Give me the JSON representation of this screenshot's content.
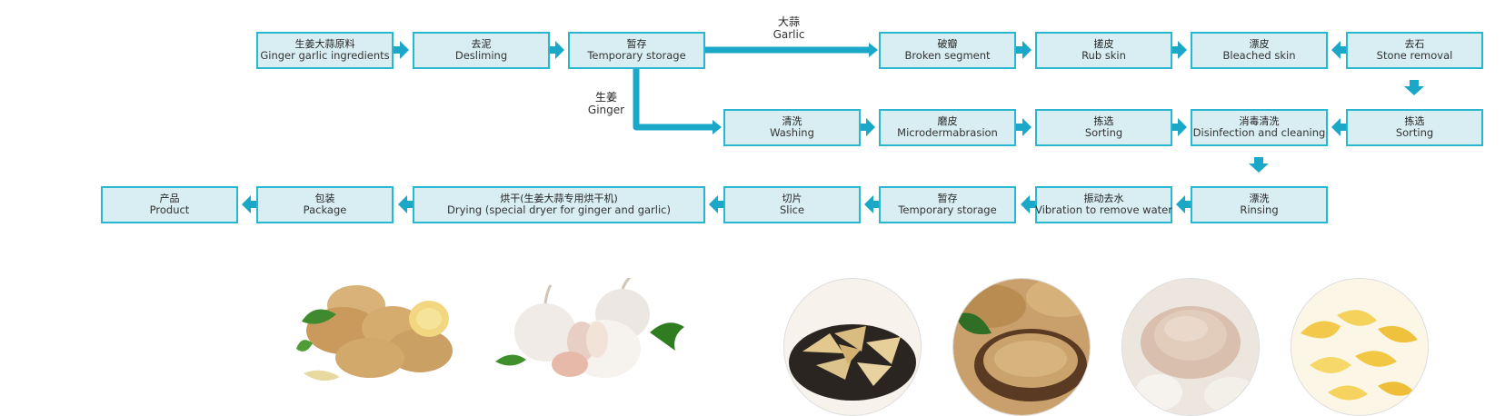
{
  "flow": {
    "steps": [
      {
        "id": "ingredients",
        "zh": "生姜大蒜原料",
        "en": "Ginger garlic ingredients"
      },
      {
        "id": "desliming",
        "zh": "去泥",
        "en": "Desliming"
      },
      {
        "id": "storage1",
        "zh": "暂存",
        "en": "Temporary storage"
      },
      {
        "id": "broken-segment",
        "zh": "破瓣",
        "en": "Broken segment"
      },
      {
        "id": "rub-skin",
        "zh": "搓皮",
        "en": "Rub skin"
      },
      {
        "id": "bleached-skin",
        "zh": "漂皮",
        "en": "Bleached skin"
      },
      {
        "id": "stone-removal",
        "zh": "去石",
        "en": "Stone removal"
      },
      {
        "id": "washing",
        "zh": "清洗",
        "en": "Washing"
      },
      {
        "id": "microdermabrasion",
        "zh": "磨皮",
        "en": "Microdermabrasion"
      },
      {
        "id": "sorting1",
        "zh": "拣选",
        "en": "Sorting"
      },
      {
        "id": "disinfection",
        "zh": "消毒清洗",
        "en": "Disinfection and cleaning"
      },
      {
        "id": "sorting2",
        "zh": "拣选",
        "en": "Sorting"
      },
      {
        "id": "product",
        "zh": "产品",
        "en": "Product"
      },
      {
        "id": "package",
        "zh": "包装",
        "en": "Package"
      },
      {
        "id": "drying",
        "zh": "烘干(生姜大蒜专用烘干机)",
        "en": "Drying (special dryer for ginger and garlic)"
      },
      {
        "id": "slice",
        "zh": "切片",
        "en": "Slice"
      },
      {
        "id": "storage2",
        "zh": "暂存",
        "en": "Temporary storage"
      },
      {
        "id": "vibration",
        "zh": "振动去水",
        "en": "Vibration to remove water"
      },
      {
        "id": "rinsing",
        "zh": "漂洗",
        "en": "Rinsing"
      }
    ],
    "branches": {
      "garlic": {
        "zh": "大蒜",
        "en": "Garlic"
      },
      "ginger": {
        "zh": "生姜",
        "en": "Ginger"
      }
    }
  },
  "photos": {
    "raw": [
      "ginger-root",
      "garlic-bulbs"
    ],
    "products": [
      "dried-ginger-slices",
      "ginger-powder",
      "garlic-powder",
      "garlic-flakes"
    ]
  },
  "colors": {
    "accent": "#1aa7c8",
    "box_fill": "#d9eef2",
    "box_border": "#29b7d0"
  }
}
